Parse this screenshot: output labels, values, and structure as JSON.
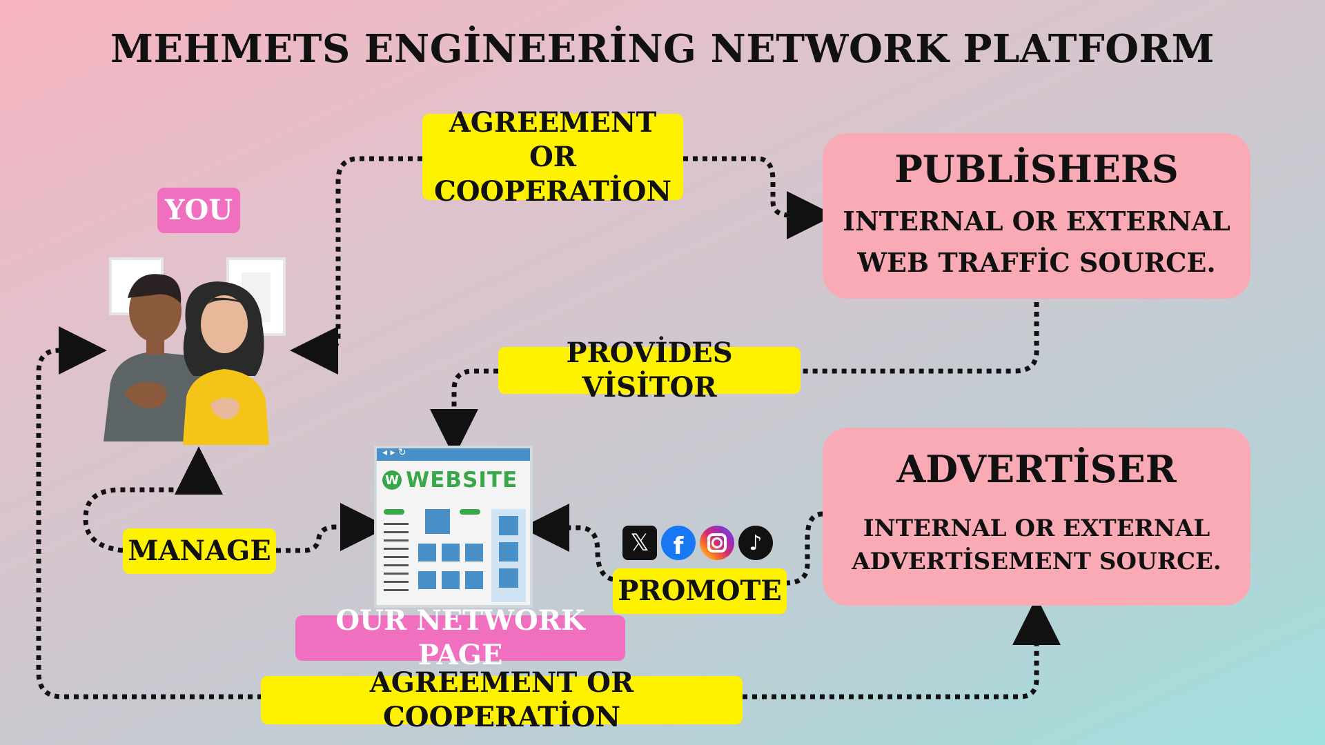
{
  "title": "MEHMETS ENGİNEERİNG NETWORK PLATFORM",
  "labels": {
    "you": "YOU",
    "network_page": "OUR NETWORK PAGE",
    "agreement_top_line1": "AGREEMENT OR",
    "agreement_top_line2": "COOPERATİON",
    "provides_visitor": "PROVİDES VİSİTOR",
    "manage": "MANAGE",
    "promote": "PROMOTE",
    "agreement_bottom": "AGREEMENT OR COOPERATİON",
    "website": "WEBSITE",
    "website_logo_letter": "W"
  },
  "publishers": {
    "heading": "PUBLİSHERS",
    "line1": "INTERNAL OR EXTERNAL",
    "line2": "WEB TRAFFİC SOURCE."
  },
  "advertiser": {
    "heading": "ADVERTİSER",
    "line1": "INTERNAL OR EXTERNAL",
    "line2": "ADVERTİSEMENT SOURCE."
  },
  "social_icons": [
    "x-icon",
    "facebook-icon",
    "instagram-icon",
    "tiktok-icon"
  ],
  "colors": {
    "highlight_yellow": "#fff200",
    "label_pink": "#f06fbf",
    "box_pink": "#f9aab5"
  }
}
